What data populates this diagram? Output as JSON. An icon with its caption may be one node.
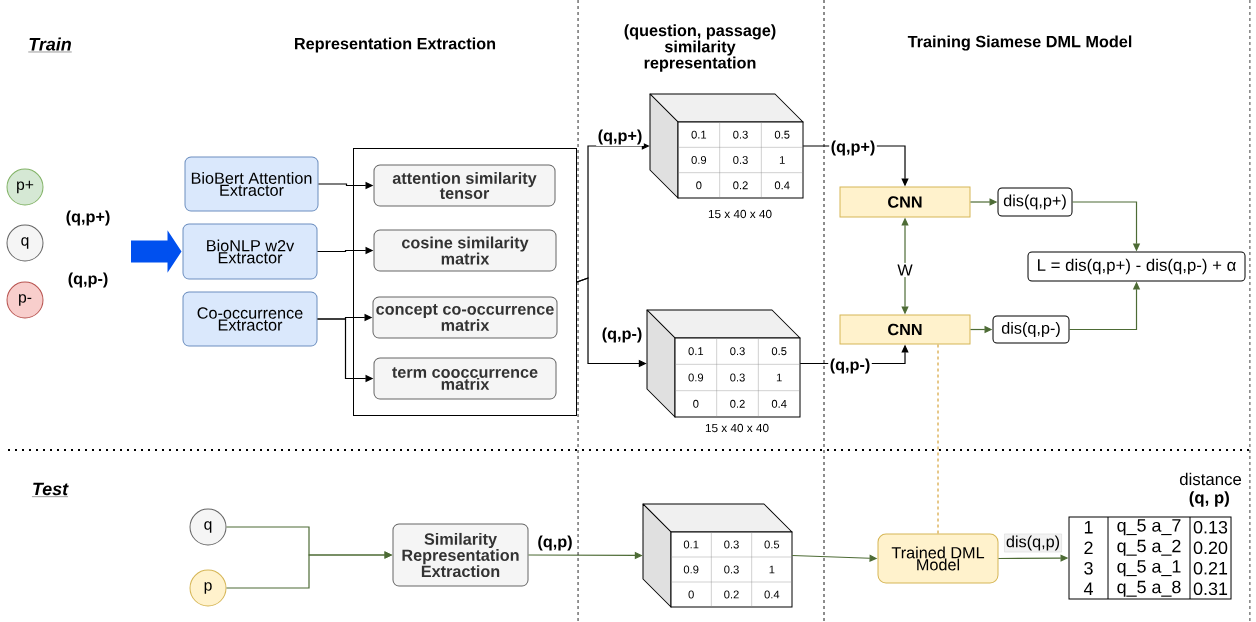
{
  "diagram": {
    "nodes": [
      {
        "text": [
          "p+"
        ]
      },
      {
        "text": [
          "q"
        ]
      },
      {
        "text": [
          "p-"
        ]
      },
      {
        "text": [
          "BioBert Attention Extractor"
        ]
      },
      {
        "text": [
          "BioNLP w2v Extractor"
        ]
      },
      {
        "text": [
          "Co-occurrence Extractor"
        ]
      },
      {
        "text": [],
        "shape": "box"
      },
      {
        "text": [
          "attention similarity tensor"
        ],
        "in": 6
      },
      {
        "text": [
          "cosine similarity matrix"
        ],
        "in": 6
      },
      {
        "text": [
          "concept co-occurrence matrix"
        ],
        "in": 6
      },
      {
        "text": [
          "term cooccurrence matrix"
        ],
        "in": 6
      },
      {
        "text": [
          "0.1",
          "0.3",
          "0.5",
          "0.9",
          "0.3",
          "1",
          "0",
          "0.2",
          "0.4"
        ],
        "beside": [
          "15 x 40 x 40"
        ]
      },
      {
        "text": [
          "0.1",
          "0.3",
          "0.5",
          "0.9",
          "0.3",
          "1",
          "0",
          "0.2",
          "0.4"
        ],
        "beside": [
          "15 x 40 x 40"
        ]
      },
      {
        "text": [
          "CNN"
        ]
      },
      {
        "text": [
          "CNN"
        ]
      },
      {
        "text": [
          "dis(q,p+)"
        ]
      },
      {
        "text": [
          "dis(q,p-)"
        ]
      },
      {
        "text": [
          "L = dis(q,p+) - dis(q,p-) + α"
        ]
      },
      {
        "text": [
          "q"
        ]
      },
      {
        "text": [
          "p"
        ]
      },
      {
        "text": [
          "Similarity Representation Extraction"
        ]
      },
      {
        "text": [
          "0.1",
          "0.3",
          "0.5",
          "0.9",
          "0.3",
          "1",
          "0",
          "0.2",
          "0.4"
        ]
      },
      {
        "text": [
          "Trained DML Model"
        ]
      },
      {
        "text": [
          "1",
          "q_5  a_7",
          "0.13",
          "2",
          "q_5  a_2",
          "0.20",
          "3",
          "q_5  a_1",
          "0.21",
          "4",
          "q_5  a_8",
          "0.31"
        ],
        "beside": [
          "distance",
          "(q, p)"
        ]
      }
    ],
    "edges": [
      {
        "from": null,
        "to": 4,
        "arrow": "to",
        "style": "thick",
        "color": "#0050ef"
      },
      {
        "from": 3,
        "to": 7,
        "arrow": "to",
        "color": "#000000"
      },
      {
        "from": 4,
        "to": 8,
        "arrow": "to",
        "color": "#000000"
      },
      {
        "from": 5,
        "to": 9,
        "arrow": "to",
        "color": "#000000"
      },
      {
        "from": 5,
        "to": 10,
        "arrow": "to",
        "color": "#000000"
      },
      {
        "from": 6,
        "to": 11,
        "arrow": "to",
        "label": "(q,p+)",
        "color": "#000000"
      },
      {
        "from": 6,
        "to": 12,
        "arrow": "to",
        "label": "(q,p-)",
        "color": "#000000"
      },
      {
        "from": 11,
        "to": 13,
        "arrow": "to",
        "label": "(q,p+)",
        "color": "#000000"
      },
      {
        "from": 12,
        "to": 14,
        "arrow": "to",
        "label": "(q,p-)",
        "color": "#000000"
      },
      {
        "from": 13,
        "to": 15,
        "arrow": "to"
      },
      {
        "from": 14,
        "to": 16,
        "arrow": "to"
      },
      {
        "from": 15,
        "to": 17,
        "arrow": "to"
      },
      {
        "from": 16,
        "to": 17,
        "arrow": "to"
      },
      {
        "from": 13,
        "to": 14,
        "arrow": "both",
        "label": "W"
      },
      {
        "from": 18,
        "to": 20,
        "arrow": "to"
      },
      {
        "from": 19,
        "to": 20,
        "arrow": "to"
      },
      {
        "from": 20,
        "to": 21,
        "arrow": "to",
        "label": "(q,p)"
      },
      {
        "from": 21,
        "to": 22,
        "arrow": "to"
      },
      {
        "from": 22,
        "to": 23,
        "arrow": "to",
        "label": "dis(q,p)"
      },
      {
        "from": 14,
        "to": 22,
        "arrow": "none",
        "style": "dashed",
        "color": "#d6a33b"
      }
    ],
    "labels": [
      "Train",
      "Representation  Extraction",
      "(question, passage) similarity representation",
      "Training Siamese DML Model",
      "(q,p+)",
      "(q,p-)",
      "Test"
    ]
  }
}
